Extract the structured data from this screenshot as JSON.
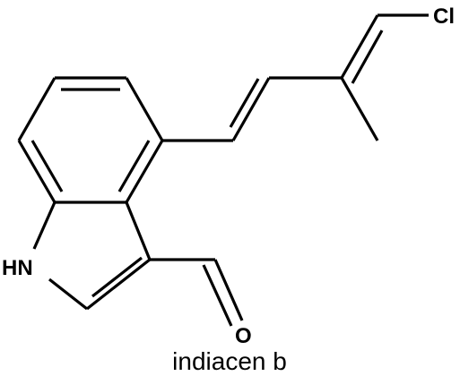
{
  "molecule": {
    "caption": "indiacen b",
    "atoms": {
      "nitrogen": "HN",
      "oxygen": "O",
      "chlorine": "Cl"
    }
  },
  "colors": {
    "ink": "#000000",
    "background": "#ffffff"
  }
}
